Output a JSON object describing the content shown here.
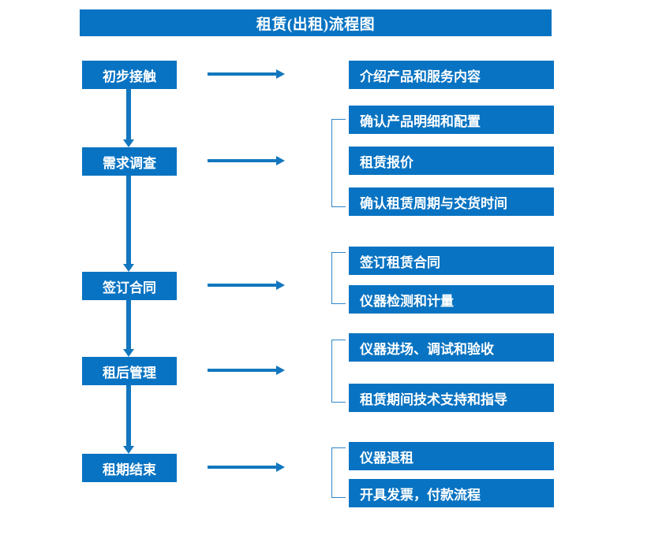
{
  "title": "租赁(出租)流程图",
  "colors": {
    "box_fill": "#0873C2",
    "box_text": "#FFFFFF",
    "arrow": "#1277BE",
    "bracket": "#2E86C8",
    "background": "#FFFFFF"
  },
  "stages": [
    {
      "label": "初步接触",
      "details": [
        "介绍产品和服务内容"
      ],
      "has_bracket": false
    },
    {
      "label": "需求调查",
      "details": [
        "确认产品明细和配置",
        "租赁报价",
        "确认租赁周期与交货时间"
      ],
      "has_bracket": true
    },
    {
      "label": "签订合同",
      "details": [
        "签订租赁合同",
        "仪器检测和计量"
      ],
      "has_bracket": true
    },
    {
      "label": "租后管理",
      "details": [
        "仪器进场、调试和验收",
        "租赁期间技术支持和指导"
      ],
      "has_bracket": true
    },
    {
      "label": "租期结束",
      "details": [
        "仪器退租",
        "开具发票，付款流程"
      ],
      "has_bracket": true
    }
  ],
  "flow_arrows": {
    "vertical_count": 4,
    "horizontal_count": 5,
    "icon": "arrow-right-icon",
    "vertical_icon": "arrow-down-icon"
  }
}
